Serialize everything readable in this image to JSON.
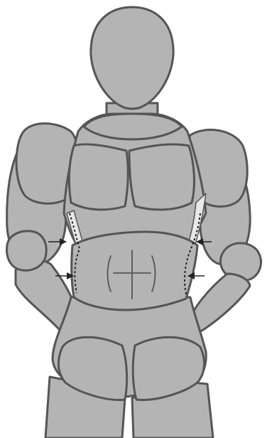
{
  "figure": {
    "subject": "articulated-mannequin-torso",
    "colors": {
      "body_fill": "#b4b4b4",
      "outline": "#555555",
      "highlight_fill": "#e8e8e8",
      "dash": "#222222",
      "arrow": "#222222",
      "background": "#ffffff"
    },
    "arrows": {
      "count": 4,
      "pointing": [
        "right",
        "left",
        "right",
        "left"
      ]
    }
  }
}
